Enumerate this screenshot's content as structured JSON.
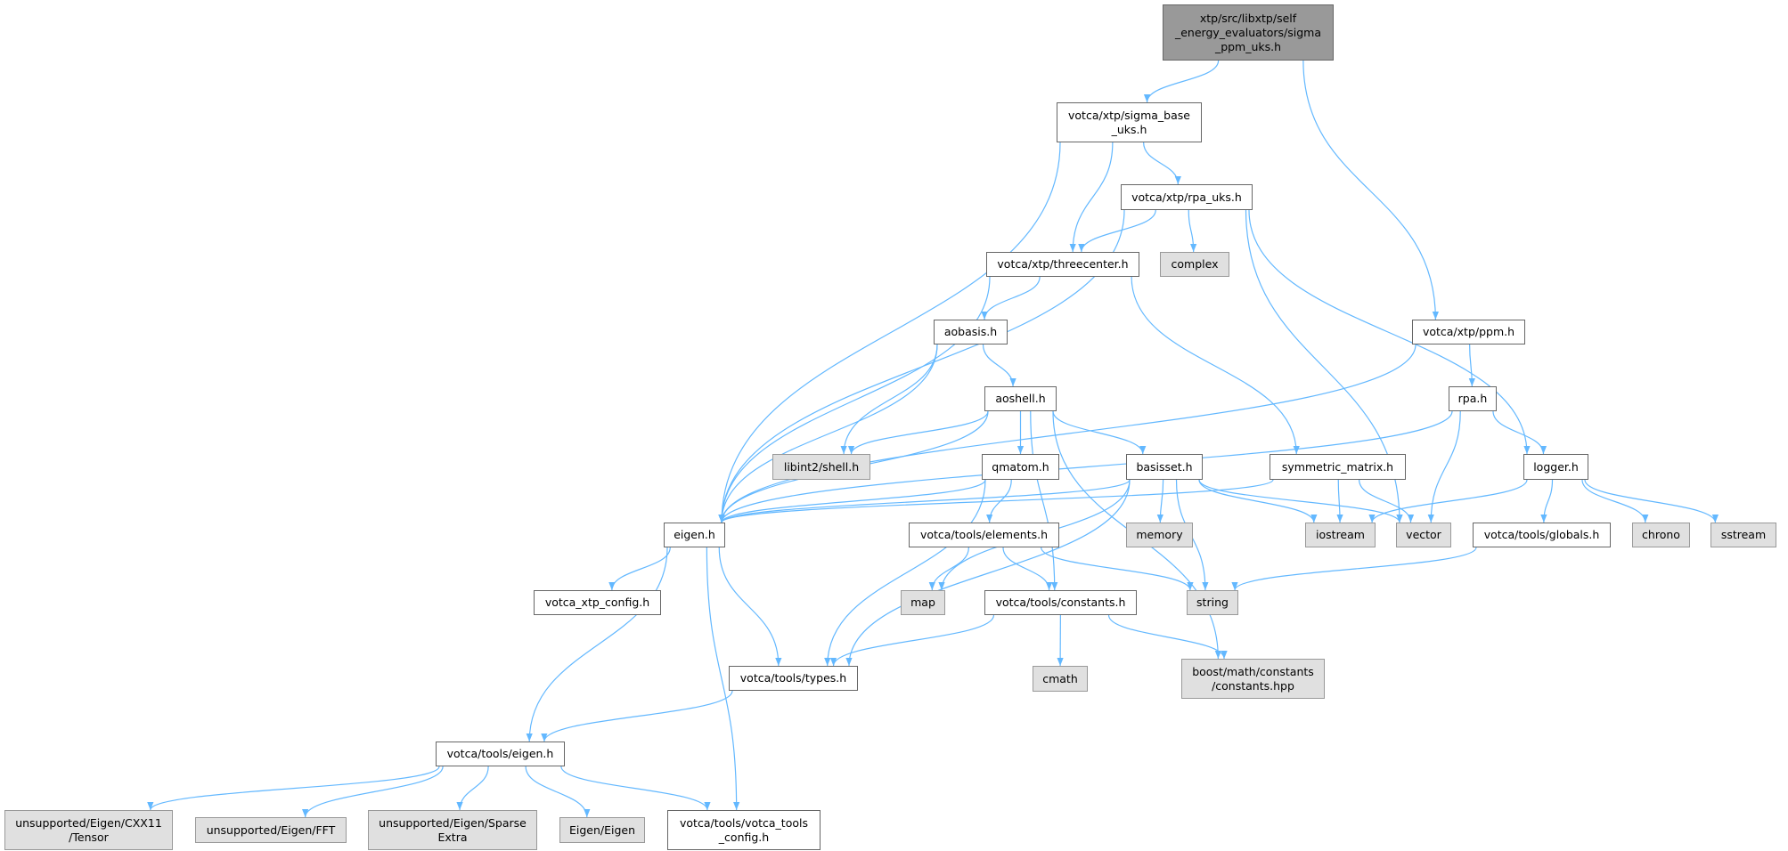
{
  "colors": {
    "edge": "#63b8ff",
    "root_fill": "#999999",
    "external_fill": "#e0e0e0",
    "local_fill": "#ffffff"
  },
  "nodes": {
    "root": {
      "label": "xtp/src/libxtp/self\n_energy_evaluators/sigma\n_ppm_uks.h",
      "kind": "root"
    },
    "sigma_base": {
      "label": "votca/xtp/sigma_base\n_uks.h",
      "kind": "local"
    },
    "rpa_uks": {
      "label": "votca/xtp/rpa_uks.h",
      "kind": "local"
    },
    "threecenter": {
      "label": "votca/xtp/threecenter.h",
      "kind": "local"
    },
    "complex": {
      "label": "complex",
      "kind": "ext"
    },
    "aobasis": {
      "label": "aobasis.h",
      "kind": "local"
    },
    "ppm": {
      "label": "votca/xtp/ppm.h",
      "kind": "local"
    },
    "aoshell": {
      "label": "aoshell.h",
      "kind": "local"
    },
    "rpa": {
      "label": "rpa.h",
      "kind": "local"
    },
    "libint2": {
      "label": "libint2/shell.h",
      "kind": "ext"
    },
    "qmatom": {
      "label": "qmatom.h",
      "kind": "local"
    },
    "basisset": {
      "label": "basisset.h",
      "kind": "local"
    },
    "symmetric_matrix": {
      "label": "symmetric_matrix.h",
      "kind": "local"
    },
    "logger": {
      "label": "logger.h",
      "kind": "local"
    },
    "eigen": {
      "label": "eigen.h",
      "kind": "local"
    },
    "elements": {
      "label": "votca/tools/elements.h",
      "kind": "local"
    },
    "memory": {
      "label": "memory",
      "kind": "ext"
    },
    "iostream": {
      "label": "iostream",
      "kind": "ext"
    },
    "vector": {
      "label": "vector",
      "kind": "ext"
    },
    "globals": {
      "label": "votca/tools/globals.h",
      "kind": "local"
    },
    "chrono": {
      "label": "chrono",
      "kind": "ext"
    },
    "sstream": {
      "label": "sstream",
      "kind": "ext"
    },
    "xtp_config": {
      "label": "votca_xtp_config.h",
      "kind": "local"
    },
    "map": {
      "label": "map",
      "kind": "ext"
    },
    "constants": {
      "label": "votca/tools/constants.h",
      "kind": "local"
    },
    "string": {
      "label": "string",
      "kind": "ext"
    },
    "types": {
      "label": "votca/tools/types.h",
      "kind": "local"
    },
    "cmath": {
      "label": "cmath",
      "kind": "ext"
    },
    "boost": {
      "label": "boost/math/constants\n/constants.hpp",
      "kind": "ext"
    },
    "tools_eigen": {
      "label": "votca/tools/eigen.h",
      "kind": "local"
    },
    "cxx11": {
      "label": "unsupported/Eigen/CXX11\n/Tensor",
      "kind": "ext"
    },
    "fft": {
      "label": "unsupported/Eigen/FFT",
      "kind": "ext"
    },
    "sparse": {
      "label": "unsupported/Eigen/Sparse\nExtra",
      "kind": "ext"
    },
    "eigen_eigen": {
      "label": "Eigen/Eigen",
      "kind": "ext"
    },
    "tools_config": {
      "label": "votca/tools/votca_tools\n_config.h",
      "kind": "local"
    }
  },
  "edges": [
    [
      "root",
      "sigma_base"
    ],
    [
      "root",
      "ppm"
    ],
    [
      "sigma_base",
      "eigen"
    ],
    [
      "sigma_base",
      "threecenter"
    ],
    [
      "sigma_base",
      "rpa_uks"
    ],
    [
      "rpa_uks",
      "eigen"
    ],
    [
      "rpa_uks",
      "threecenter"
    ],
    [
      "rpa_uks",
      "complex"
    ],
    [
      "rpa_uks",
      "vector"
    ],
    [
      "rpa_uks",
      "logger"
    ],
    [
      "threecenter",
      "eigen"
    ],
    [
      "threecenter",
      "aobasis"
    ],
    [
      "threecenter",
      "symmetric_matrix"
    ],
    [
      "aobasis",
      "eigen"
    ],
    [
      "aobasis",
      "libint2"
    ],
    [
      "aobasis",
      "aoshell"
    ],
    [
      "ppm",
      "eigen"
    ],
    [
      "ppm",
      "rpa"
    ],
    [
      "aoshell",
      "libint2"
    ],
    [
      "aoshell",
      "eigen"
    ],
    [
      "aoshell",
      "qmatom"
    ],
    [
      "aoshell",
      "basisset"
    ],
    [
      "aoshell",
      "constants"
    ],
    [
      "aoshell",
      "boost"
    ],
    [
      "rpa",
      "eigen"
    ],
    [
      "rpa",
      "logger"
    ],
    [
      "rpa",
      "vector"
    ],
    [
      "qmatom",
      "eigen"
    ],
    [
      "qmatom",
      "types"
    ],
    [
      "qmatom",
      "elements"
    ],
    [
      "basisset",
      "eigen"
    ],
    [
      "basisset",
      "types"
    ],
    [
      "basisset",
      "map"
    ],
    [
      "basisset",
      "memory"
    ],
    [
      "basisset",
      "string"
    ],
    [
      "basisset",
      "iostream"
    ],
    [
      "basisset",
      "vector"
    ],
    [
      "symmetric_matrix",
      "eigen"
    ],
    [
      "symmetric_matrix",
      "iostream"
    ],
    [
      "symmetric_matrix",
      "vector"
    ],
    [
      "logger",
      "iostream"
    ],
    [
      "logger",
      "globals"
    ],
    [
      "logger",
      "chrono"
    ],
    [
      "logger",
      "sstream"
    ],
    [
      "elements",
      "map"
    ],
    [
      "elements",
      "constants"
    ],
    [
      "elements",
      "string"
    ],
    [
      "globals",
      "string"
    ],
    [
      "constants",
      "types"
    ],
    [
      "constants",
      "cmath"
    ],
    [
      "constants",
      "boost"
    ],
    [
      "eigen",
      "tools_eigen"
    ],
    [
      "eigen",
      "xtp_config"
    ],
    [
      "eigen",
      "types"
    ],
    [
      "eigen",
      "tools_config"
    ],
    [
      "types",
      "tools_eigen"
    ],
    [
      "tools_eigen",
      "cxx11"
    ],
    [
      "tools_eigen",
      "fft"
    ],
    [
      "tools_eigen",
      "sparse"
    ],
    [
      "tools_eigen",
      "eigen_eigen"
    ],
    [
      "tools_eigen",
      "tools_config"
    ]
  ]
}
